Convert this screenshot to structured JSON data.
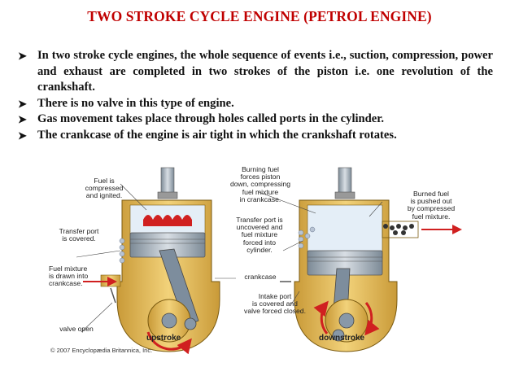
{
  "slide": {
    "title": "TWO STROKE CYCLE ENGINE (PETROL ENGINE)",
    "bullets": [
      "In two stroke cycle engines, the whole sequence of events i.e., suction, compression, power and exhaust are completed in two strokes of the piston i.e. one revolution of the crankshaft.",
      "There is no valve in this type of engine.",
      "Gas movement takes place through holes called ports in the cylinder.",
      "The crankcase of the engine is air tight in which the crankshaft rotates."
    ],
    "bullet_icon": "arrowhead-bullet-icon"
  },
  "diagram": {
    "labels": {
      "fuel_compressed": "Fuel is\ncompressed\nand ignited.",
      "transfer_covered": "Transfer port\nis covered.",
      "fuel_mixture_drawn": "Fuel mixture\nis drawn into\ncrankcase.",
      "valve_open": "valve open",
      "burning_fuel": "Burning fuel\nforces piston\ndown, compressing\nfuel mixture\nin crankcase.",
      "transfer_uncovered": "Transfer port is\nuncovered and\nfuel mixture\nforced into\ncylinder.",
      "crankcase": "crankcase",
      "intake_port": "Intake port\nis covered and\nvalve forced closed.",
      "burned_fuel": "Burned fuel\nis pushed out\nby compressed\nfuel mixture."
    },
    "captions": {
      "upstroke": "upstroke",
      "downstroke": "downstroke"
    },
    "copyright": "© 2007 Encyclopædia Britannica, Inc.",
    "colors": {
      "metal": "#e8c060",
      "chamber": "#dfe9f4",
      "fire": "#d02020",
      "arrow": "#d02020"
    }
  }
}
